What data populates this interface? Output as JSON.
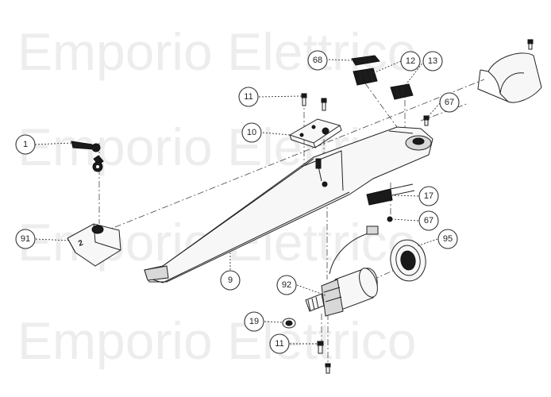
{
  "watermark": {
    "text": "Emporio Elettrico"
  },
  "callouts": [
    {
      "id": "c68",
      "label": "68"
    },
    {
      "id": "c12",
      "label": "12"
    },
    {
      "id": "c13",
      "label": "13"
    },
    {
      "id": "c11a",
      "label": "11"
    },
    {
      "id": "c67a",
      "label": "67"
    },
    {
      "id": "c10",
      "label": "10"
    },
    {
      "id": "c1",
      "label": "1"
    },
    {
      "id": "c17",
      "label": "17"
    },
    {
      "id": "c67b",
      "label": "67"
    },
    {
      "id": "c91",
      "label": "91"
    },
    {
      "id": "c95",
      "label": "95"
    },
    {
      "id": "c9",
      "label": "9"
    },
    {
      "id": "c92",
      "label": "92"
    },
    {
      "id": "c19",
      "label": "19"
    },
    {
      "id": "c11b",
      "label": "11"
    }
  ]
}
